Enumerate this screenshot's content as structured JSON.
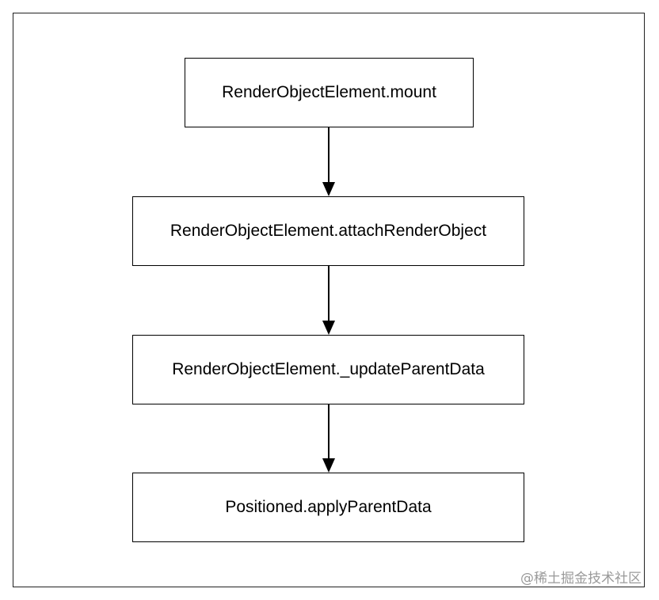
{
  "diagram": {
    "nodes": [
      {
        "id": "n1",
        "label": "RenderObjectElement.mount"
      },
      {
        "id": "n2",
        "label": "RenderObjectElement.attachRenderObject"
      },
      {
        "id": "n3",
        "label": "RenderObjectElement._updateParentData"
      },
      {
        "id": "n4",
        "label": "Positioned.applyParentData"
      }
    ],
    "edges": [
      {
        "from": "n1",
        "to": "n2"
      },
      {
        "from": "n2",
        "to": "n3"
      },
      {
        "from": "n3",
        "to": "n4"
      }
    ]
  },
  "watermark": "@稀土掘金技术社区"
}
